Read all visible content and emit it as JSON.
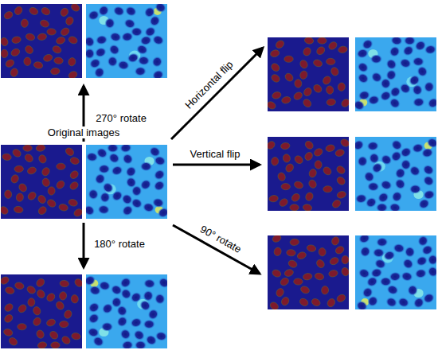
{
  "diagram": {
    "labels": [
      "270° rotate",
      "Original images",
      "Horizontal flip",
      "Vertical flip",
      "180° rotate",
      "90° rotate"
    ]
  }
}
